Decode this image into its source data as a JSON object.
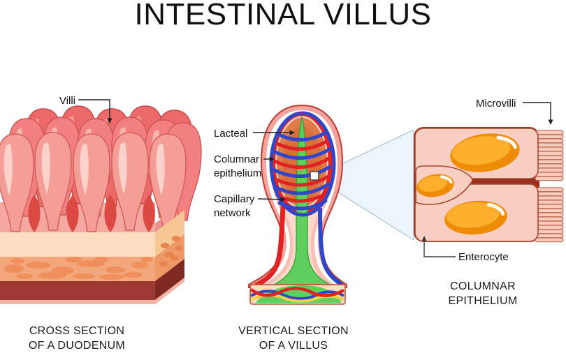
{
  "title": "INTESTINAL VILLUS",
  "duodenum_panel": {
    "villi_label": "Villi",
    "caption": [
      "CROSS SECTION",
      "OF A DUODENUM"
    ]
  },
  "villus_panel": {
    "lacteal_label": "Lacteal",
    "columnar_label": [
      "Columnar",
      "epithelium"
    ],
    "capillary_label": [
      "Capillary",
      "network"
    ],
    "caption": [
      "VERTICAL SECTION",
      "OF A VILLUS"
    ]
  },
  "epithelium_panel": {
    "microvilli_label": "Microvilli",
    "enterocyte_label": "Enterocyte",
    "caption": [
      "COLUMNAR",
      "EPITHELIUM"
    ]
  },
  "palette": {
    "villi_pink": "#f59d97",
    "villi_outline": "#c84848",
    "mucosa_cream": "#fbddbf",
    "submucosa_salmon": "#f4a67c",
    "muscle_maroon": "#9e3a33",
    "lacteal_green": "#5ecf5e",
    "capillary_red": "#e02222",
    "vein_blue": "#3247c8",
    "nucleus_orange": "#f59a1e",
    "cell_pink": "#f8cfc2",
    "crevice_dark_red": "#9c3020",
    "cone_fill": "#eaf4fb",
    "cone_border": "#90b2cf",
    "label_color": "#111111"
  }
}
